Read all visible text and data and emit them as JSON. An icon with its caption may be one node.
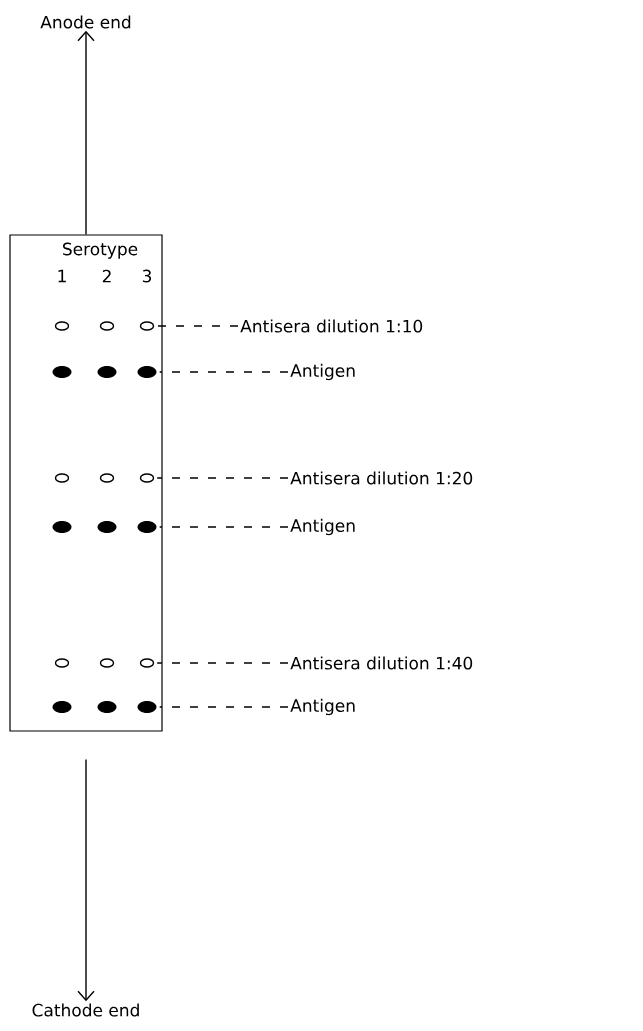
{
  "diagram": {
    "nodes": [
      {
        "text": [
          "Anode end"
        ]
      },
      {
        "text": [
          "Serotype"
        ]
      },
      {
        "text": [],
        "shape": "circle",
        "in": 1
      },
      {
        "text": [],
        "shape": "circle",
        "in": 1
      },
      {
        "text": [],
        "shape": "circle",
        "in": 1
      },
      {
        "text": [],
        "shape": "dot",
        "in": 1
      },
      {
        "text": [],
        "shape": "dot",
        "in": 1
      },
      {
        "text": [],
        "shape": "dot",
        "in": 1
      },
      {
        "text": [],
        "shape": "circle",
        "in": 1
      },
      {
        "text": [],
        "shape": "circle",
        "in": 1
      },
      {
        "text": [],
        "shape": "circle",
        "in": 1
      },
      {
        "text": [],
        "shape": "dot",
        "in": 1
      },
      {
        "text": [],
        "shape": "dot",
        "in": 1
      },
      {
        "text": [],
        "shape": "dot",
        "in": 1
      },
      {
        "text": [],
        "shape": "circle",
        "in": 1
      },
      {
        "text": [],
        "shape": "circle",
        "in": 1
      },
      {
        "text": [],
        "shape": "circle",
        "in": 1
      },
      {
        "text": [],
        "shape": "dot",
        "in": 1
      },
      {
        "text": [],
        "shape": "dot",
        "in": 1
      },
      {
        "text": [],
        "shape": "dot",
        "in": 1
      },
      {
        "text": [
          "Antisera dilution 1:10"
        ]
      },
      {
        "text": [
          "Antigen"
        ]
      },
      {
        "text": [
          "Antisera dilution 1:20"
        ]
      },
      {
        "text": [
          "Antigen"
        ]
      },
      {
        "text": [
          "Antisera dilution 1:40"
        ]
      },
      {
        "text": [
          "Antigen"
        ]
      },
      {
        "text": [
          "Cathode end"
        ]
      }
    ],
    "edges": [
      {
        "from": 1,
        "to": 0,
        "arrow": "to"
      },
      {
        "from": 1,
        "to": 26,
        "arrow": "to"
      },
      {
        "from": 20,
        "to": 4,
        "arrow": "none",
        "style": "dashed"
      },
      {
        "from": 21,
        "to": 7,
        "arrow": "none",
        "style": "dashed"
      },
      {
        "from": 22,
        "to": 10,
        "arrow": "none",
        "style": "dashed"
      },
      {
        "from": 23,
        "to": 13,
        "arrow": "none",
        "style": "dashed"
      },
      {
        "from": 24,
        "to": 16,
        "arrow": "none",
        "style": "dashed"
      },
      {
        "from": 25,
        "to": 19,
        "arrow": "none",
        "style": "dashed"
      }
    ],
    "labels": [
      "1",
      "2",
      "3"
    ]
  }
}
